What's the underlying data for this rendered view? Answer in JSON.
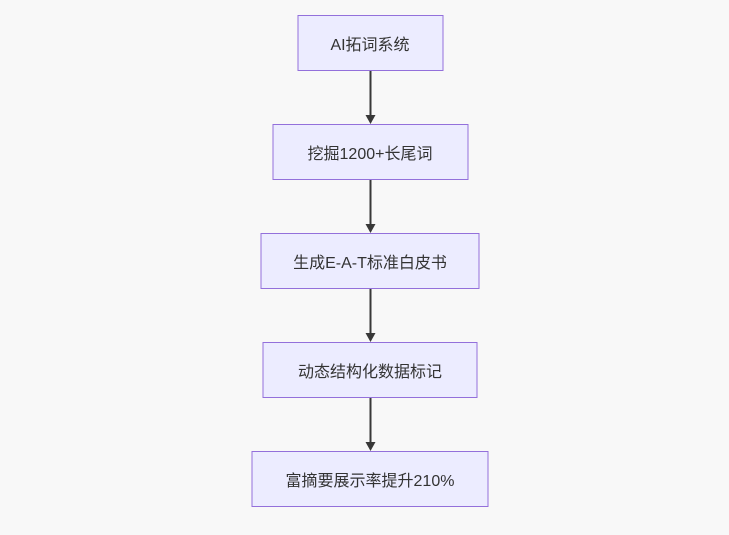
{
  "page": {
    "background_color": "#f8f8f8"
  },
  "diagram": {
    "type": "flowchart",
    "direction": "top-down",
    "node_fill_color": "#ECECFF",
    "node_border_color": "#9370DB",
    "text_color": "#333333",
    "arrow_color": "#383838",
    "nodes": [
      {
        "id": "A",
        "label": "AI拓词系统"
      },
      {
        "id": "B",
        "label": "挖掘1200+长尾词"
      },
      {
        "id": "C",
        "label": "生成E-A-T标准白皮书"
      },
      {
        "id": "D",
        "label": "动态结构化数据标记"
      },
      {
        "id": "E",
        "label": "富摘要展示率提升210%"
      }
    ],
    "edges": [
      {
        "from": "A",
        "to": "B"
      },
      {
        "from": "B",
        "to": "C"
      },
      {
        "from": "C",
        "to": "D"
      },
      {
        "from": "D",
        "to": "E"
      }
    ]
  }
}
